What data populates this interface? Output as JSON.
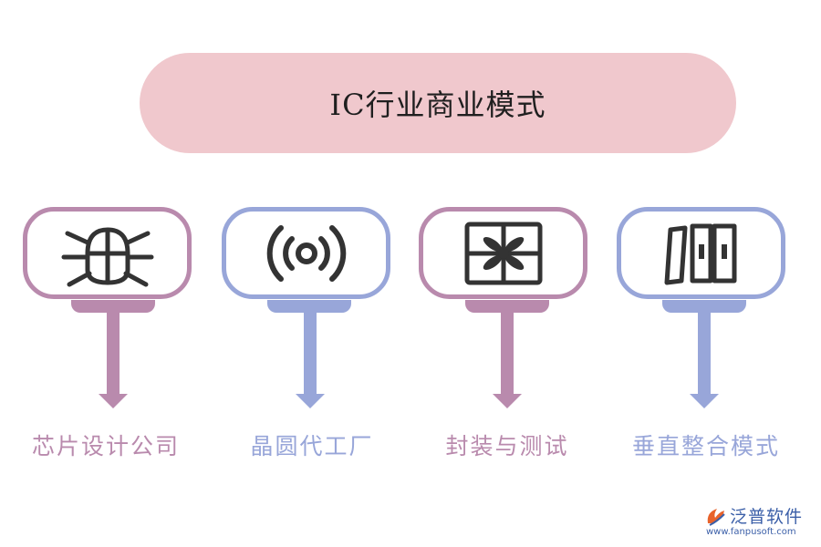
{
  "title": "IC行业商业模式",
  "colors": {
    "pink": "#b98aad",
    "blue": "#98a6d9",
    "title_bg": "#f0c8cd",
    "icon": "#333333"
  },
  "items": [
    {
      "label": "芯片设计公司",
      "icon": "bug-icon",
      "color": "pink"
    },
    {
      "label": "晶圆代工厂",
      "icon": "signal-icon",
      "color": "blue"
    },
    {
      "label": "封装与测试",
      "icon": "gift-box-icon",
      "color": "pink"
    },
    {
      "label": "垂直整合模式",
      "icon": "panels-icon",
      "color": "blue"
    }
  ],
  "watermark": {
    "name": "泛普软件",
    "url": "www.fanpusoft.com"
  }
}
